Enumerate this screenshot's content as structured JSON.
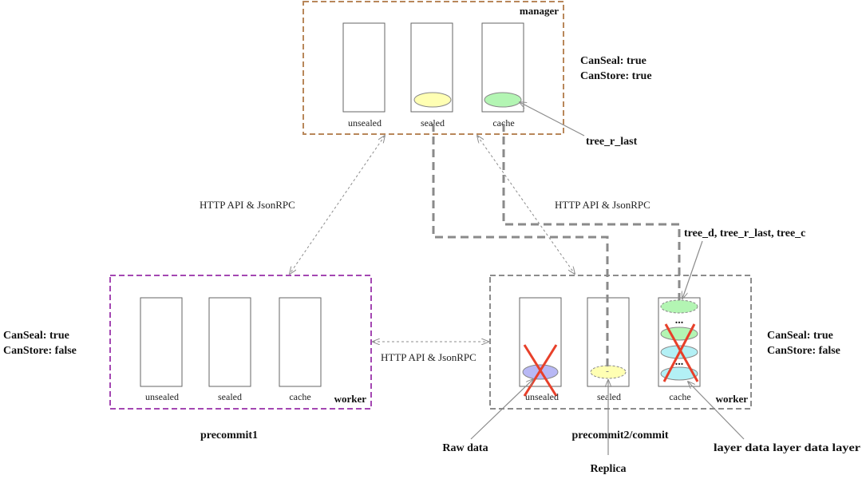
{
  "colors": {
    "manager_border": "#b8875a",
    "worker1_border": "#a447b2",
    "worker2_border": "#8c8c8c",
    "thin_arrow": "#8c8c8c",
    "thick_path": "#8a8a8a",
    "yellow": "#ffffb3",
    "green": "#b3f5b3",
    "blue_violet": "#b8b8f5",
    "cyan": "#b3f0f5",
    "cross": "#e8402a"
  },
  "manager": {
    "title": "manager",
    "labels": [
      "unsealed",
      "sealed",
      "cache"
    ],
    "status": [
      "CanSeal: true",
      "CanStore: true"
    ]
  },
  "worker1": {
    "title": "worker",
    "labels": [
      "unsealed",
      "sealed",
      "cache"
    ],
    "status": [
      "CanSeal: true",
      "CanStore: false"
    ],
    "caption": "precommit1"
  },
  "worker2": {
    "title": "worker",
    "labels": [
      "unsealed",
      "sealed",
      "cache"
    ],
    "status": [
      "CanSeal: true",
      "CanStore: false"
    ],
    "caption": "precommit2/commit",
    "dots_top": "...",
    "dots_bottom": "..."
  },
  "edges": {
    "left_api": "HTTP API & JsonRPC",
    "right_api": "HTTP API & JsonRPC",
    "bottom_api": "HTTP API & JsonRPC"
  },
  "annotations": {
    "tree_r_last": "tree_r_last",
    "trees": "tree_d, tree_r_last, tree_c",
    "raw_data": "Raw data",
    "replica": "Replica",
    "layers": "layer data layer data layer"
  }
}
